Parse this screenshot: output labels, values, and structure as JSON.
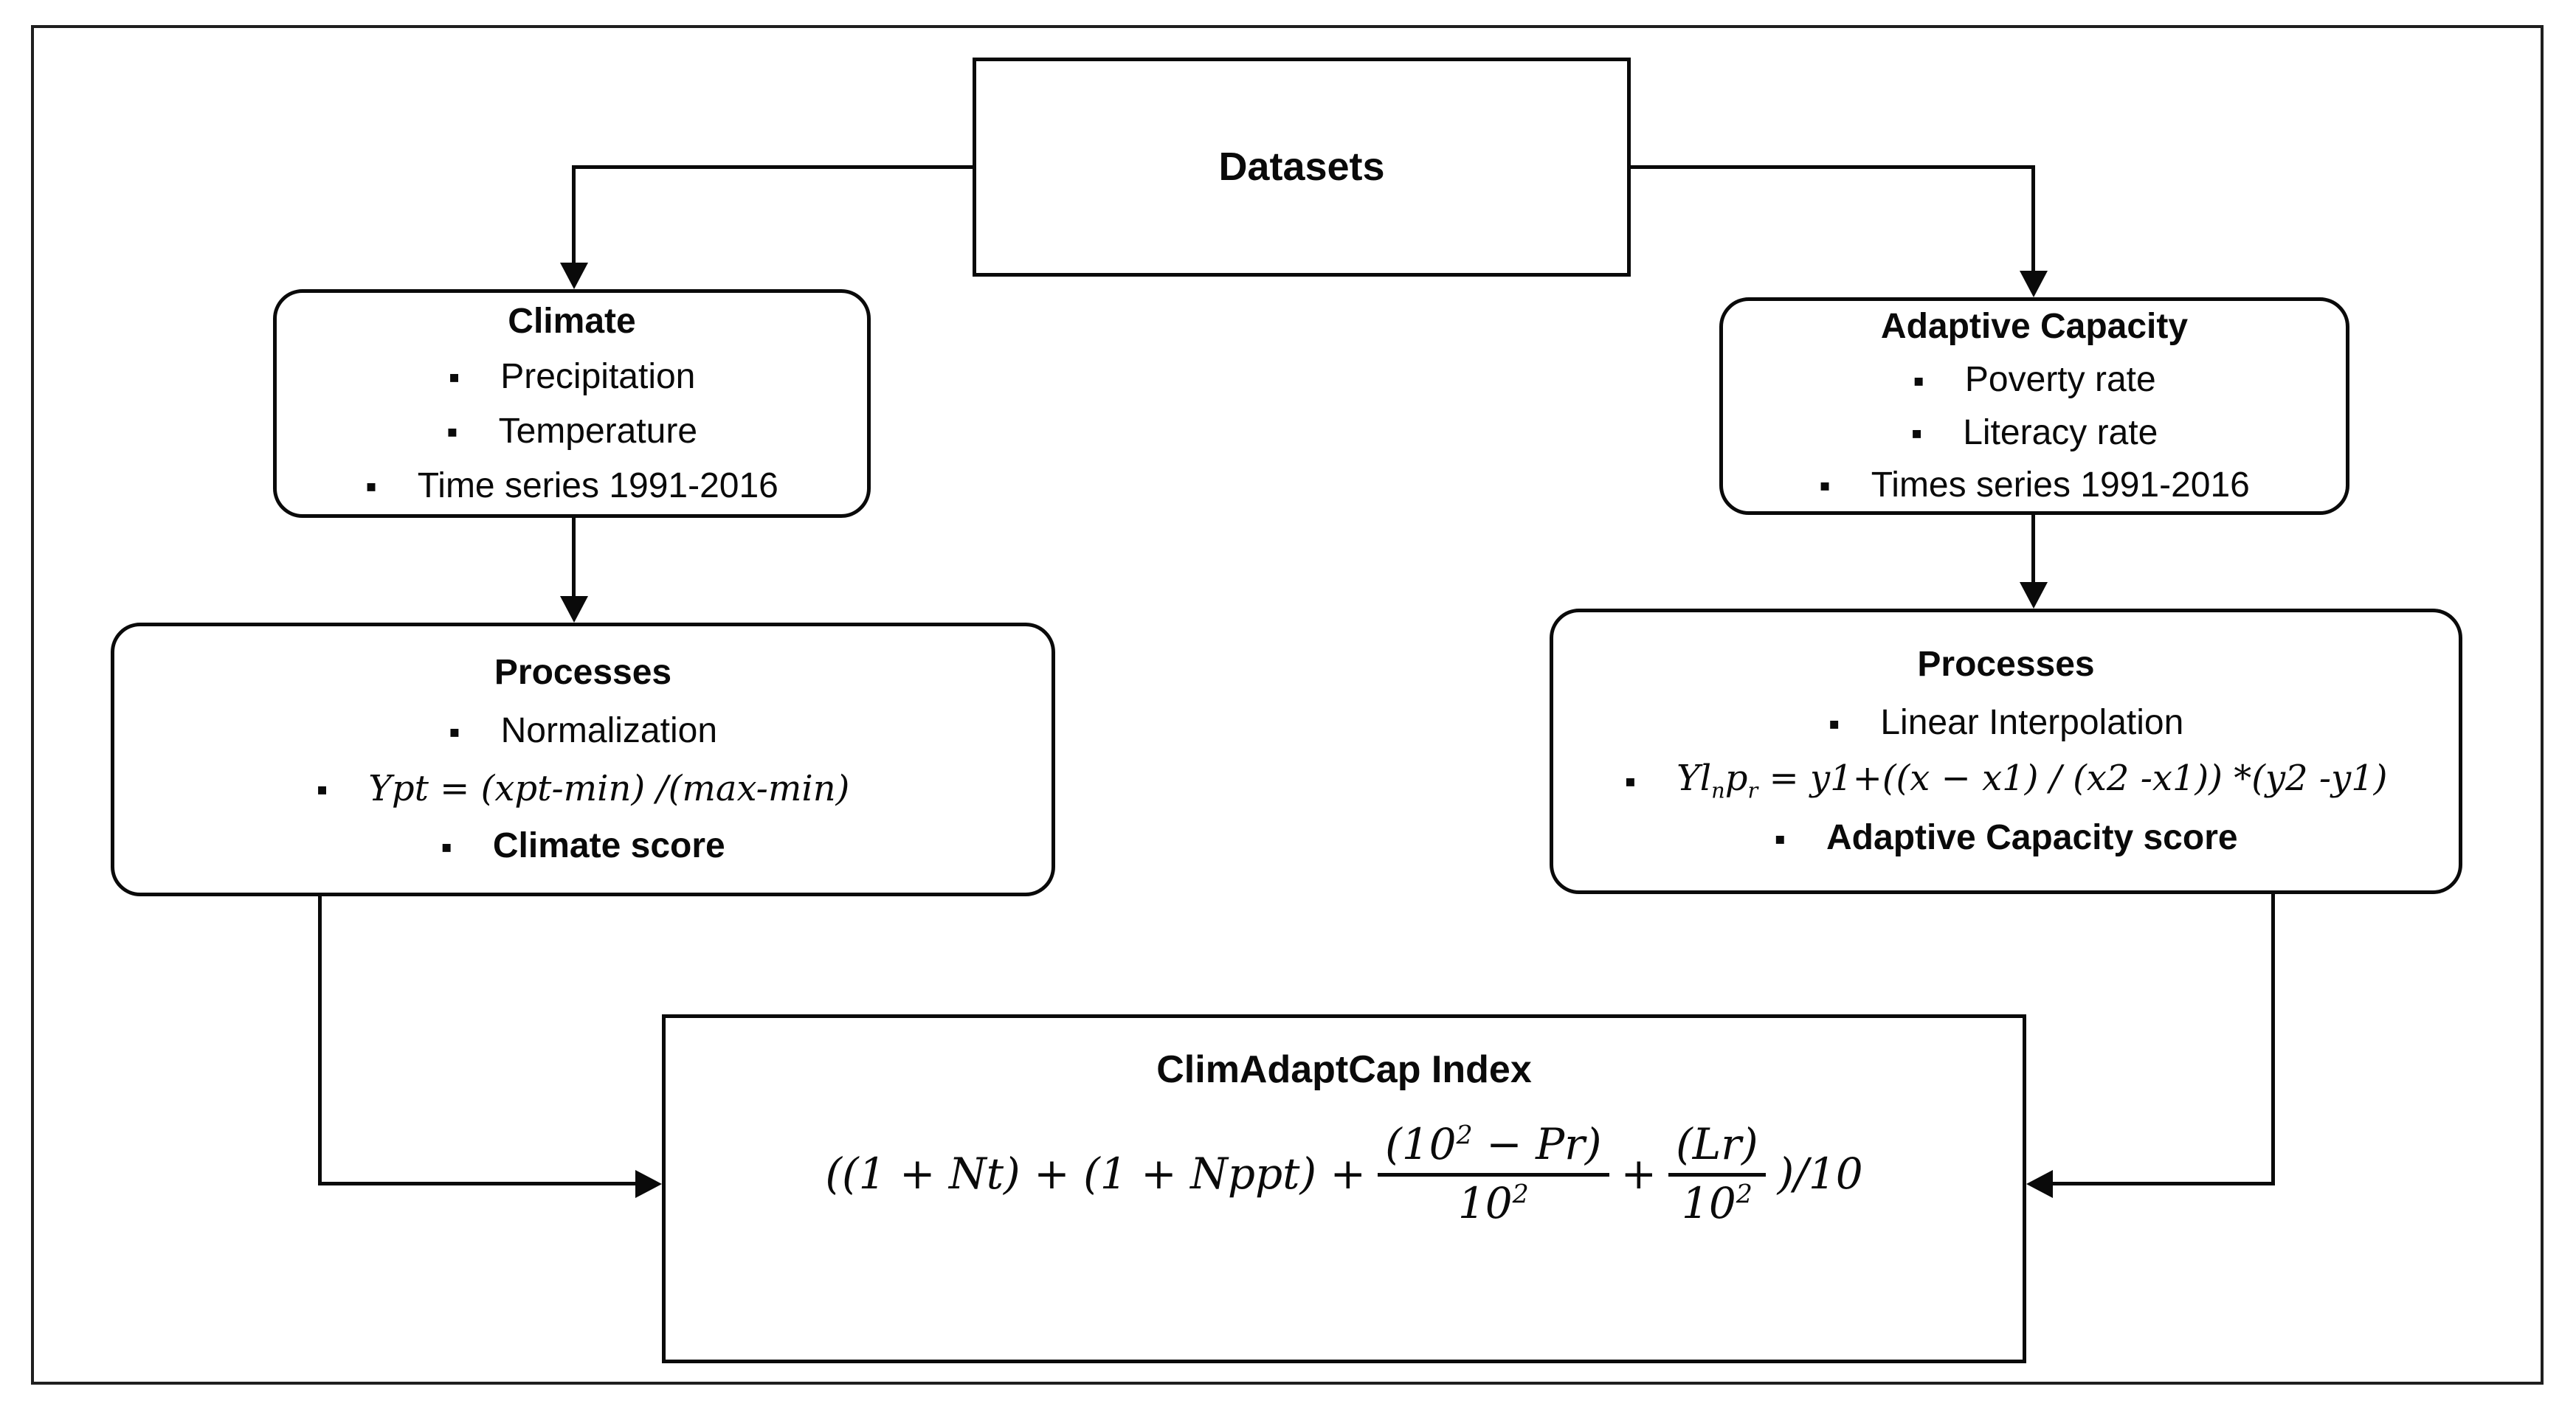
{
  "colors": {
    "ink": "#0a0a0a",
    "background": "#ffffff"
  },
  "bullet_glyph": "▪",
  "datasets": {
    "title": "Datasets"
  },
  "climate": {
    "title": "Climate",
    "items": [
      "Precipitation",
      "Temperature",
      "Time series 1991-2016"
    ]
  },
  "adaptive_capacity": {
    "title": "Adaptive Capacity",
    "items": [
      "Poverty rate",
      "Literacy rate",
      "Times series 1991-2016"
    ]
  },
  "climate_processes": {
    "title": "Processes",
    "item_normalization": "Normalization",
    "formula": "Ypt = (xpt-min) /(max-min)",
    "item_score": "Climate score"
  },
  "capacity_processes": {
    "title": "Processes",
    "item_interpolation": "Linear Interpolation",
    "formula": {
      "base": "Yl",
      "sub1": "n",
      "mid": "p",
      "sub2": "r",
      "rest": " = y1+((x − x1) / (x2 -x1)) *(y2 -y1)"
    },
    "item_score": "Adaptive Capacity score"
  },
  "index": {
    "title": "ClimAdaptCap Index",
    "formula": {
      "lead": "((1 + Nt) + (1 + Nppt) +",
      "frac1": {
        "num_open": "(10",
        "num_exp": "2",
        "num_close": " − Pr)",
        "den_base": "10",
        "den_exp": "2"
      },
      "plus": "+",
      "frac2": {
        "num": "(Lr)",
        "den_base": "10",
        "den_exp": "2"
      },
      "tail": ")/10"
    }
  }
}
